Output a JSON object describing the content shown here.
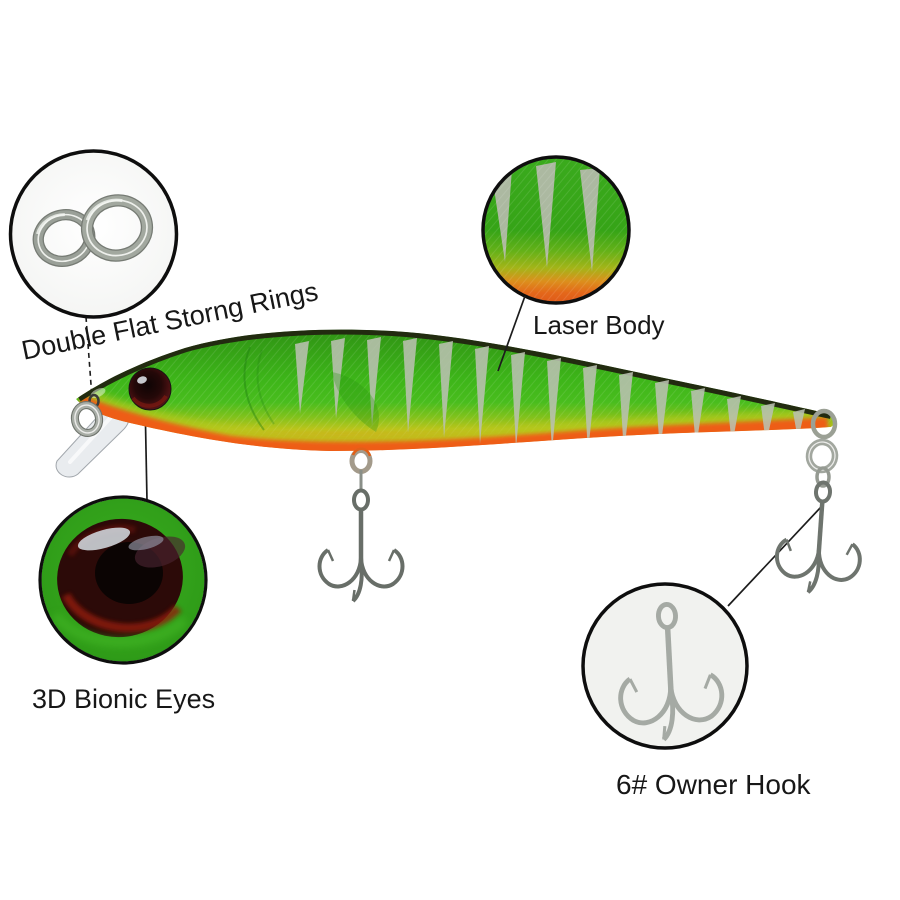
{
  "labels": {
    "rings": "Double Flat Storng Rings",
    "laser_body": "Laser Body",
    "eyes": "3D Bionic Eyes",
    "hook": "6# Owner Hook"
  },
  "colors": {
    "background": "#ffffff",
    "label-text": "#171717",
    "callout-border": "#0e0e0e",
    "lure-green": "#3db519",
    "lure-dark-back": "#222b10",
    "lure-belly-orange": "#ee5d17",
    "stripe-silver": "#bac0b0",
    "eye-dark-red": "#3a0c0c",
    "hardware-silver": "#a9aea7",
    "hook-gunmetal": "#6e746e"
  }
}
